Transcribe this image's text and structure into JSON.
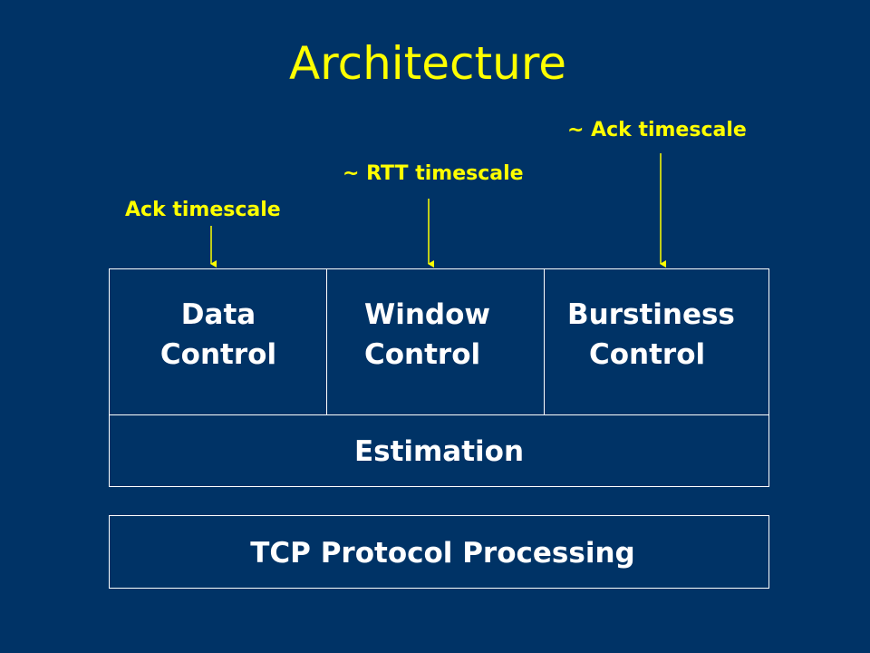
{
  "title": "Architecture",
  "annotations": {
    "ack_left": "Ack timescale",
    "rtt": "~ RTT timescale",
    "ack_right": "~ Ack timescale"
  },
  "blocks": {
    "data_control": [
      "Data",
      "Control"
    ],
    "window_control": [
      "Window",
      "Control"
    ],
    "burstiness_control": [
      "Burstiness",
      "Control"
    ],
    "estimation": "Estimation",
    "tcp": "TCP Protocol Processing"
  },
  "colors": {
    "background": "#003366",
    "accent": "#ffff00",
    "text": "#ffffff",
    "border": "#ffffff"
  }
}
